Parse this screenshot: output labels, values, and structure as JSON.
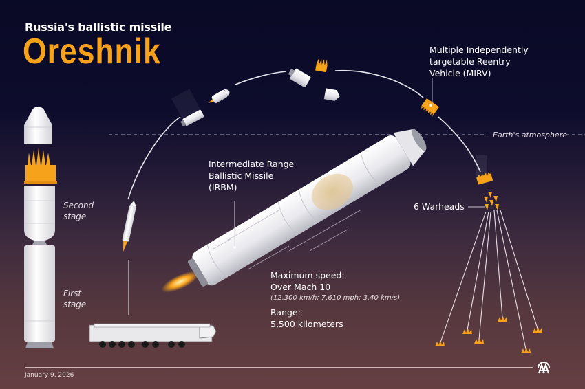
{
  "header": {
    "subtitle": "Russia's ballistic missile",
    "title": "Oreshnik"
  },
  "labels": {
    "mirv": [
      "Multiple Independently",
      "targetable Reentry",
      "Vehicle (MIRV)"
    ],
    "atmosphere": "Earth's atmosphere",
    "irbm": [
      "Intermediate Range",
      "Ballistic Missile",
      "(IRBM)"
    ],
    "warheads": "6 Warheads",
    "second_stage": [
      "Second",
      "stage"
    ],
    "first_stage": [
      "First",
      "stage"
    ]
  },
  "specs": {
    "speed_label": "Maximum speed:",
    "speed_value": "Over Mach 10",
    "speed_detail": "(12,300 km/h; 7,610 mph; 3.40 km/s)",
    "range_label": "Range:",
    "range_value": "5,500 kilometers"
  },
  "footer": {
    "date": "January 9, 2026",
    "logo": "AA"
  },
  "colors": {
    "accent_orange": "#f7a21b",
    "background_top": "#090a26",
    "background_bottom": "#653f42",
    "missile_white": "#f2f2f4"
  },
  "icons": {
    "warhead_count": 6,
    "impact_count": 6
  }
}
